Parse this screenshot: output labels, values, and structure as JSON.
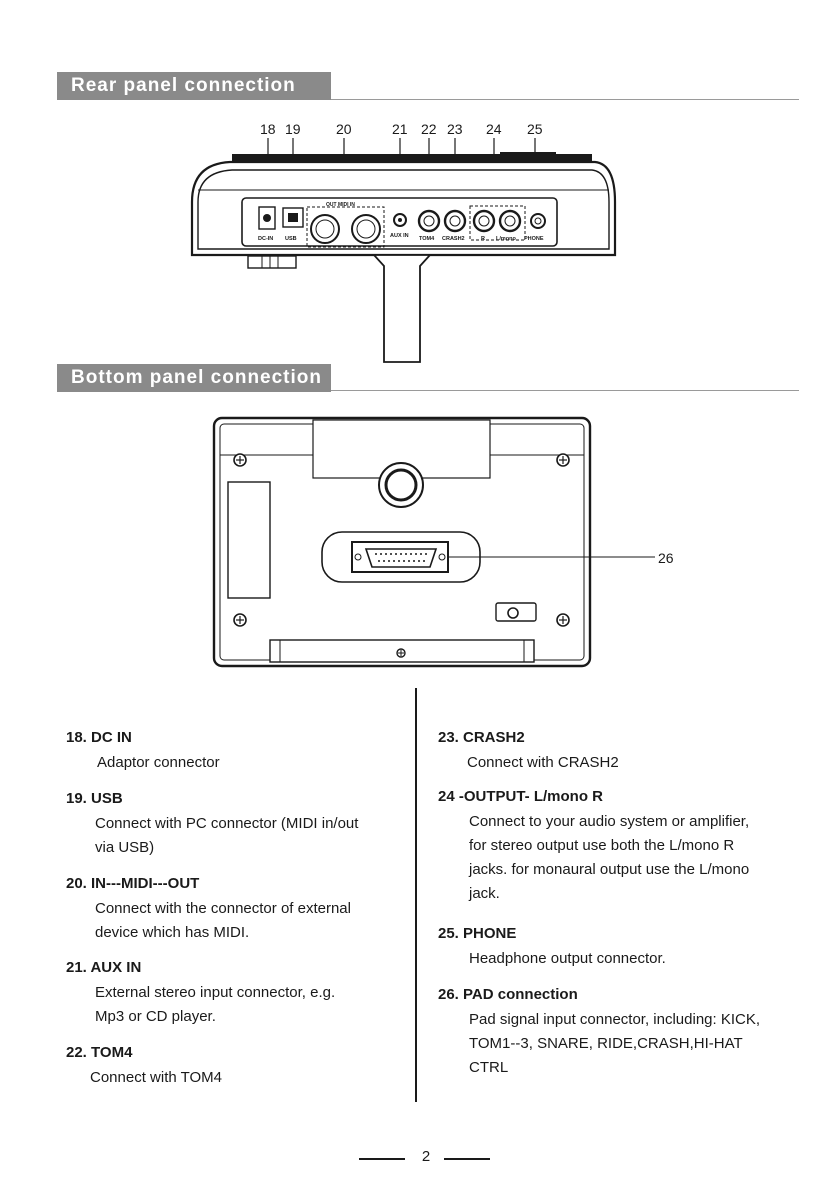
{
  "sections": {
    "rear": {
      "title": "Rear panel connection"
    },
    "bottom": {
      "title": "Bottom panel connection"
    }
  },
  "rear_callouts": [
    "18",
    "19",
    "20",
    "21",
    "22",
    "23",
    "24",
    "25"
  ],
  "rear_jack_labels": {
    "dcin": "DC-IN",
    "usb": "USB",
    "midi": "OUT MIDI IN",
    "aux": "AUX IN",
    "tom4": "TOM4",
    "crash2": "CRASH2",
    "r": "R",
    "lmono": "L/mono",
    "phone": "PHONE"
  },
  "bottom_callout": "26",
  "items_left": [
    {
      "title": "18. DC IN",
      "desc": [
        "Adaptor connector"
      ]
    },
    {
      "title": "19. USB",
      "desc": [
        "Connect with PC connector (MIDI in/out",
        "via USB)"
      ]
    },
    {
      "title": "20. IN---MIDI---OUT",
      "desc": [
        "Connect with the connector of external",
        "device which has MIDI."
      ]
    },
    {
      "title": "21. AUX IN",
      "desc": [
        "External stereo input connector, e.g.",
        "Mp3 or CD player."
      ]
    },
    {
      "title": "22. TOM4",
      "desc": [
        "Connect with TOM4"
      ]
    }
  ],
  "items_right": [
    {
      "title": "23. CRASH2",
      "desc": [
        "Connect with CRASH2"
      ]
    },
    {
      "title": "24 -OUTPUT-  L/mono R",
      "desc": [
        "Connect to your audio system or amplifier,",
        "for stereo output use both the L/mono R",
        "jacks. for monaural output use the L/mono",
        "jack."
      ]
    },
    {
      "title": "25. PHONE",
      "desc": [
        "Headphone output connector."
      ]
    },
    {
      "title": "26. PAD connection",
      "desc": [
        "Pad signal input connector, including: KICK,",
        "TOM1--3, SNARE, RIDE,CRASH,HI-HAT",
        "CTRL"
      ]
    }
  ],
  "page_number": "2"
}
